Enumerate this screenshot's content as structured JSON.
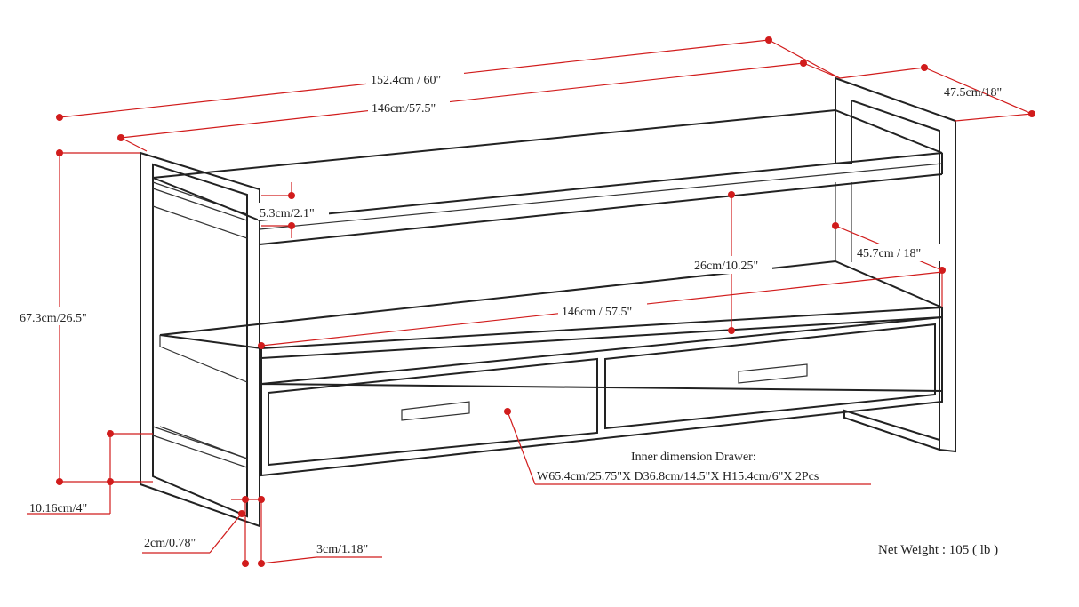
{
  "dimensions": {
    "overall_width": "152.4cm / 60\"",
    "inner_width": "146cm/57.5\"",
    "depth": "47.5cm/18\"",
    "height": "67.3cm/26.5\"",
    "top_thickness": "5.3cm/2.1\"",
    "shelf_gap": "26cm/10.25\"",
    "shelf_depth": "45.7cm / 18\"",
    "shelf_width": "146cm / 57.5\"",
    "leg_clearance": "10.16cm/4\"",
    "frame_inner": "2cm/0.78\"",
    "frame_width": "3cm/1.18\""
  },
  "drawer": {
    "title": "Inner dimension Drawer:",
    "spec": "W65.4cm/25.75\"X D36.8cm/14.5\"X H15.4cm/6\"X 2Pcs"
  },
  "net_weight": "Net Weight : 105 ( lb )",
  "colors": {
    "dimension_line": "#d11c1c",
    "outline": "#222222"
  }
}
